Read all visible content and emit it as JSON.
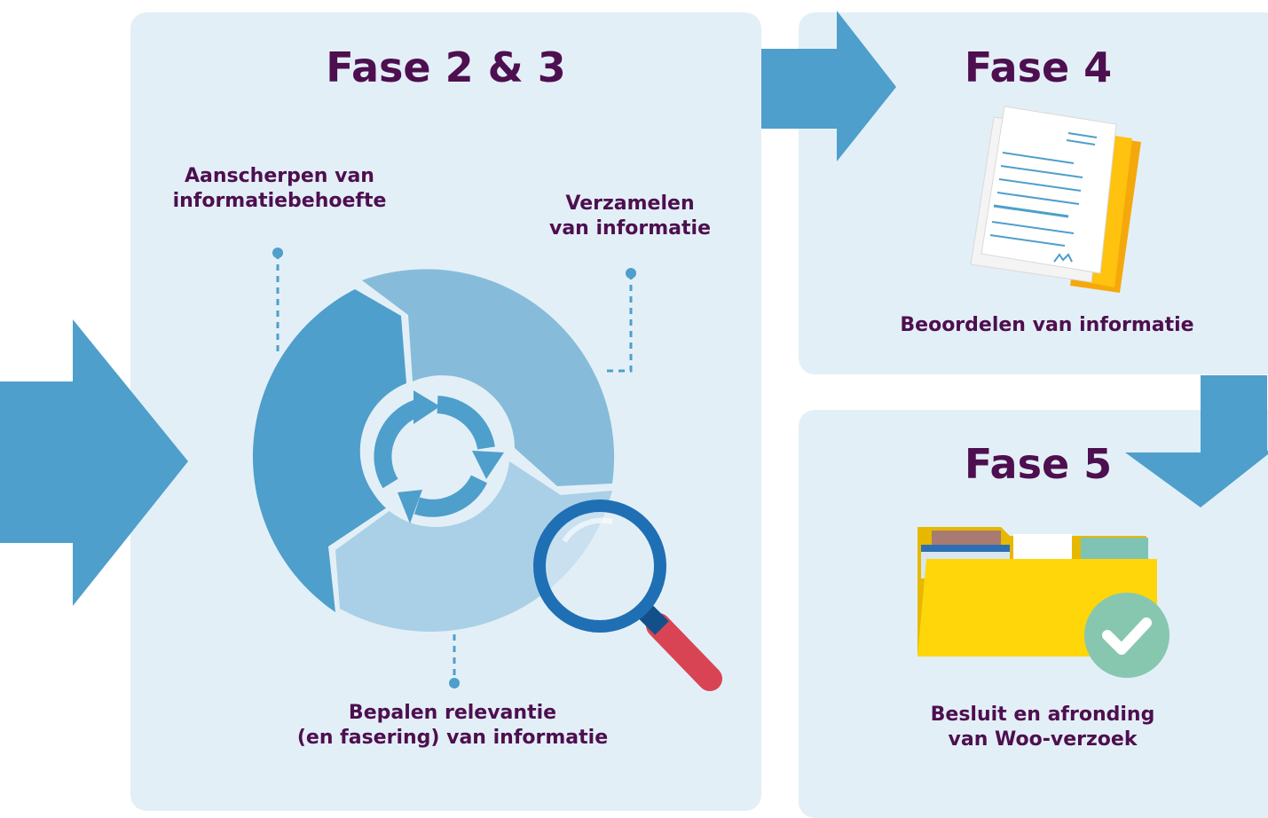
{
  "phase23": {
    "title": "Fase 2 & 3",
    "label_left": "Aanscherpen van\ninformatiebehoefte",
    "label_right": "Verzamelen\nvan informatie",
    "label_bottom": "Bepalen relevantie\n(en fasering) van informatie"
  },
  "phase4": {
    "title": "Fase 4",
    "label": "Beoordelen van informatie"
  },
  "phase5": {
    "title": "Fase 5",
    "label": "Besluit en afronding\nvan Woo-verzoek"
  },
  "colors": {
    "panel": "#e3eff7",
    "arrow": "#4e9fcb",
    "text": "#4d0f4f",
    "segment_dark": "#4e9fcb",
    "segment_mid": "#86bcda",
    "segment_light": "#a9d0e6",
    "folder": "#ffd60a",
    "check": "#87c7b0",
    "magnifier_handle": "#d94455",
    "magnifier_ring": "#1f6fb4"
  }
}
